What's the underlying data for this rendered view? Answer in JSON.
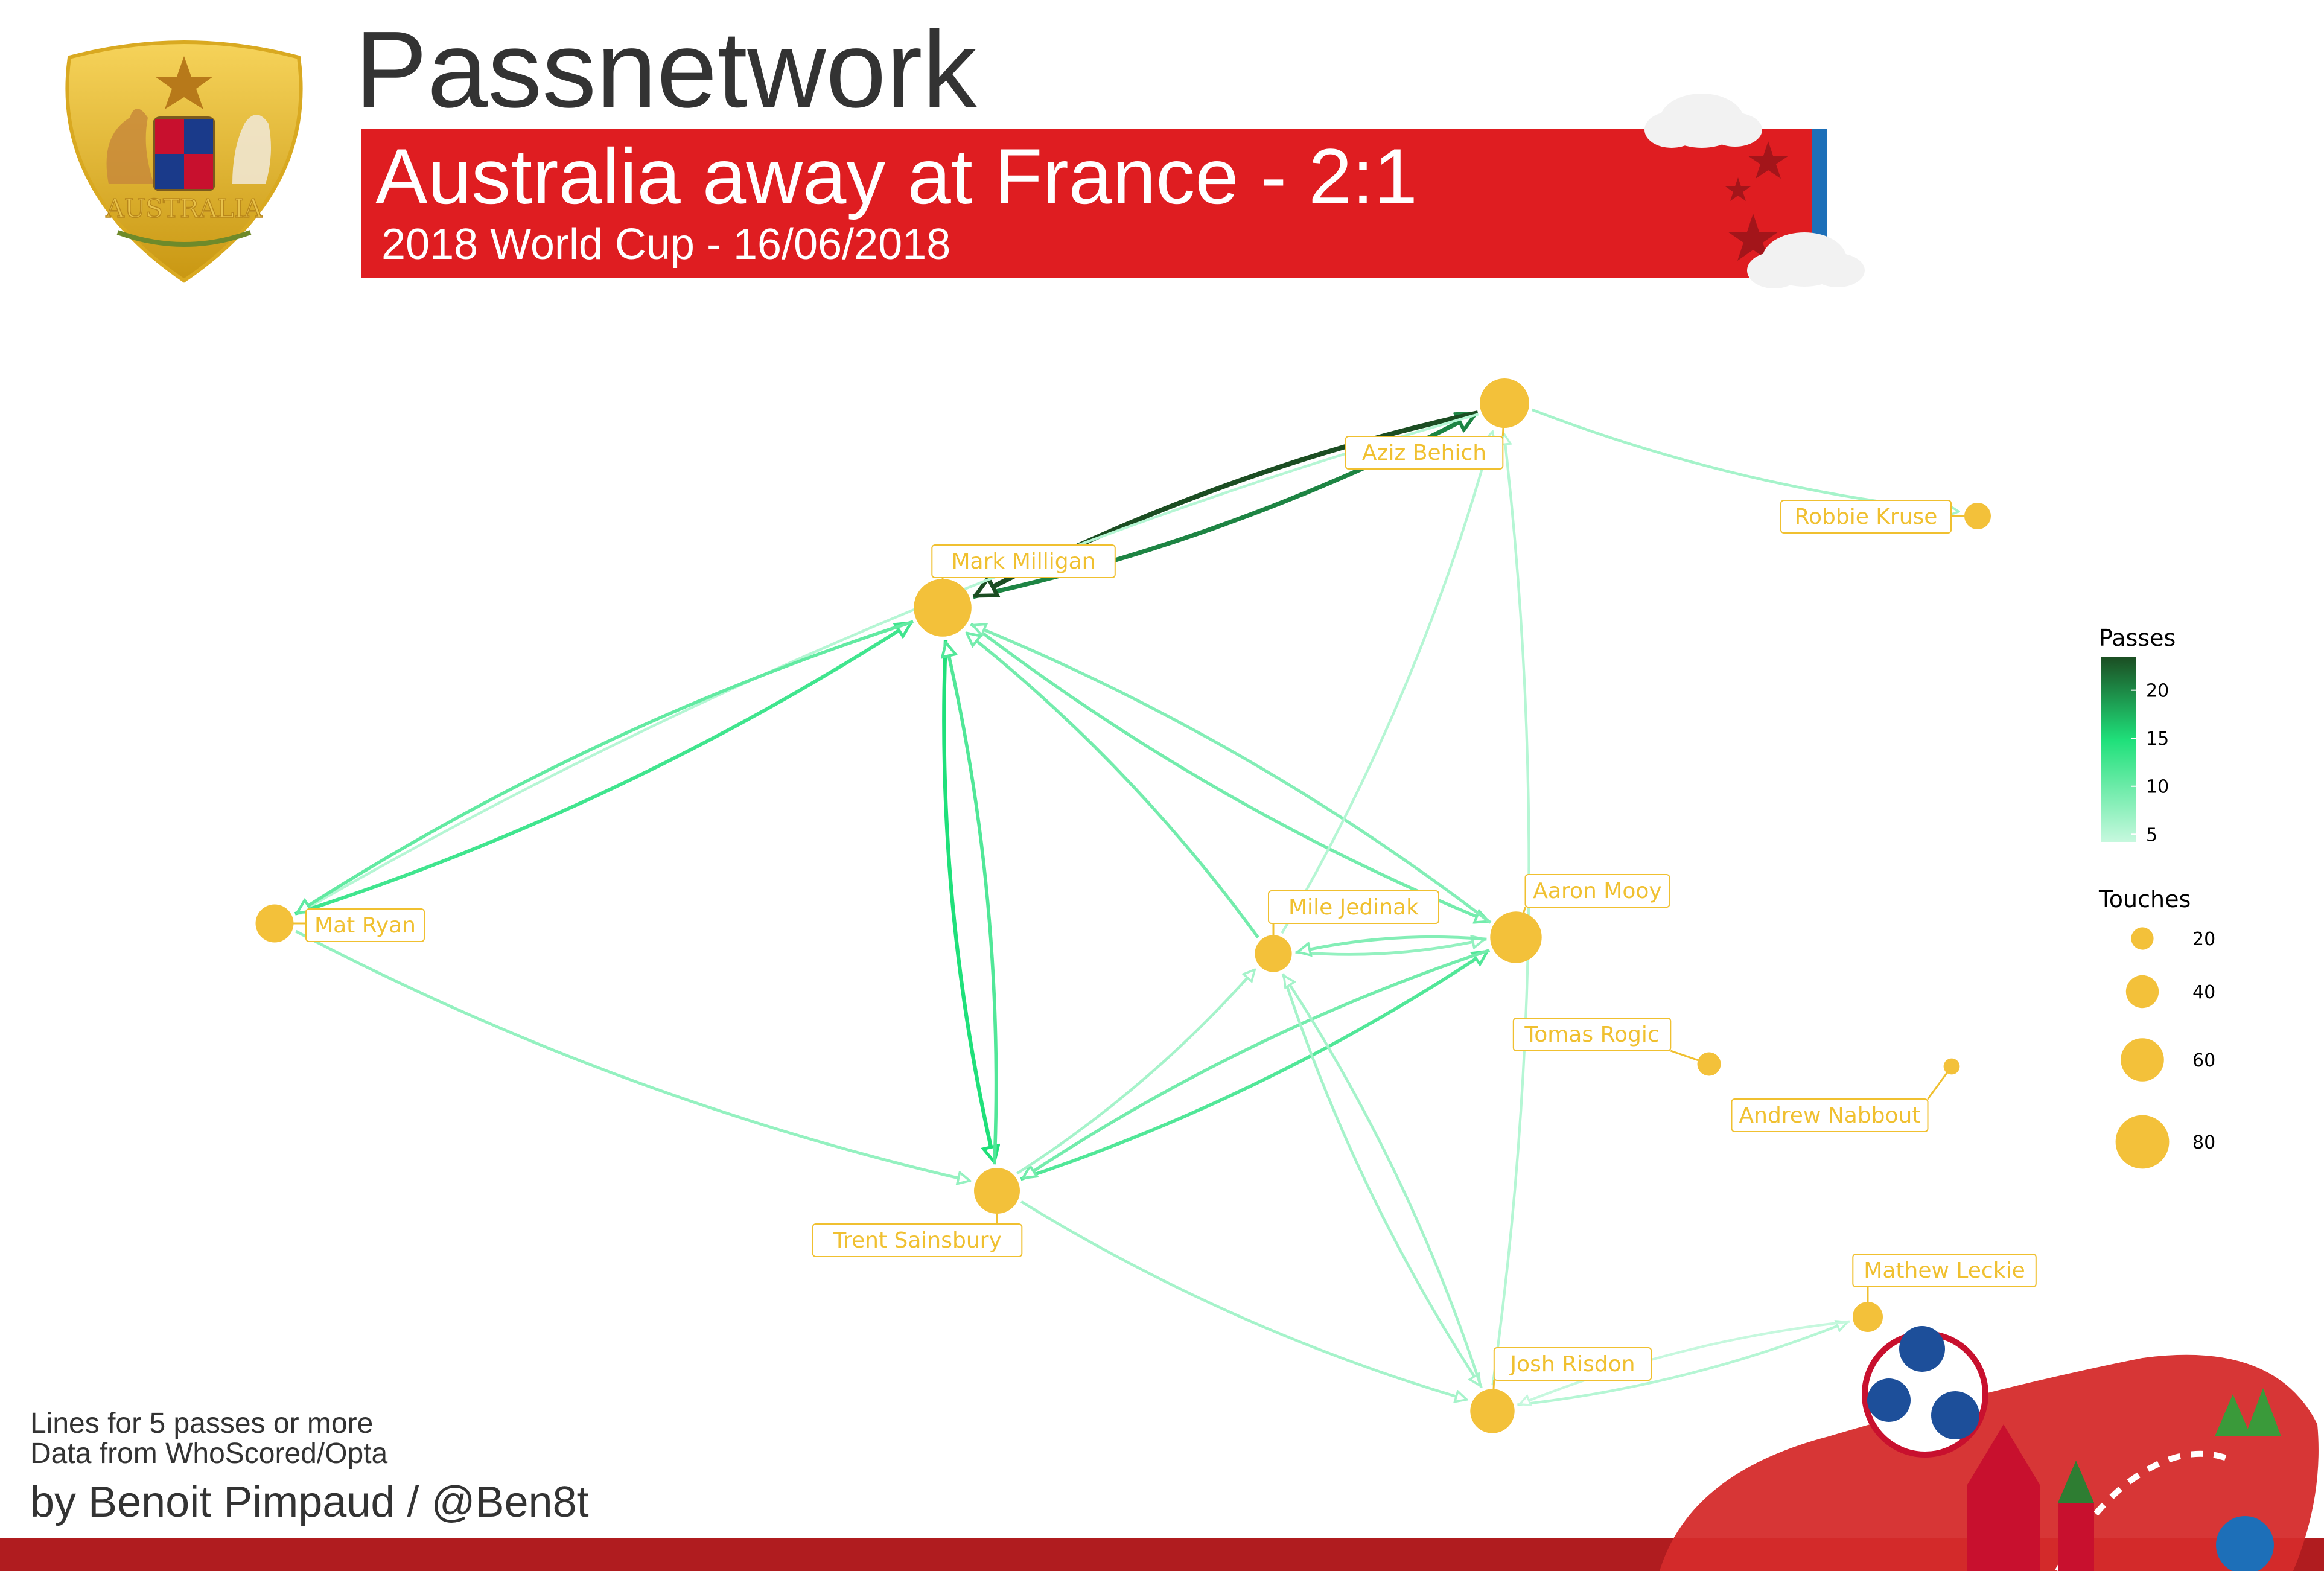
{
  "header": {
    "title": "Passnetwork",
    "subtitle": "Australia away at France - 2:1",
    "match_info": "2018 World Cup - 16/06/2018",
    "crest_text": "AUSTRALIA"
  },
  "colors": {
    "node": "#f3c13a",
    "label_text": "#f0c030",
    "banner": "#df1d21",
    "banner_stripe": "#1d6fb8",
    "edge_low": "#b6f3d4",
    "edge_mid": "#1fe07a",
    "edge_high": "#1b5e20"
  },
  "chart_data": {
    "type": "network",
    "legend": {
      "passes": {
        "title": "Passes",
        "ticks": [
          5,
          10,
          15,
          20
        ]
      },
      "touches": {
        "title": "Touches",
        "ticks": [
          20,
          40,
          60,
          80
        ]
      }
    },
    "nodes": [
      {
        "id": "aziz",
        "name": "Aziz Behich",
        "touches": 72
      },
      {
        "id": "kruse",
        "name": "Robbie Kruse",
        "touches": 28
      },
      {
        "id": "milligan",
        "name": "Mark Milligan",
        "touches": 88
      },
      {
        "id": "ryan",
        "name": "Mat Ryan",
        "touches": 50
      },
      {
        "id": "jedinak",
        "name": "Mile Jedinak",
        "touches": 48
      },
      {
        "id": "mooy",
        "name": "Aaron Mooy",
        "touches": 76
      },
      {
        "id": "rogic",
        "name": "Tomas Rogic",
        "touches": 22
      },
      {
        "id": "nabbout",
        "name": "Andrew Nabbout",
        "touches": 8
      },
      {
        "id": "sainsbury",
        "name": "Trent Sainsbury",
        "touches": 65
      },
      {
        "id": "leckie",
        "name": "Mathew Leckie",
        "touches": 35
      },
      {
        "id": "risdon",
        "name": "Josh Risdon",
        "touches": 62
      }
    ],
    "edges": [
      {
        "from": "milligan",
        "to": "aziz",
        "passes": 20
      },
      {
        "from": "aziz",
        "to": "milligan",
        "passes": 23
      },
      {
        "from": "aziz",
        "to": "kruse",
        "passes": 7
      },
      {
        "from": "aziz",
        "to": "ryan",
        "passes": 6
      },
      {
        "from": "ryan",
        "to": "milligan",
        "passes": 13
      },
      {
        "from": "milligan",
        "to": "ryan",
        "passes": 11
      },
      {
        "from": "milligan",
        "to": "sainsbury",
        "passes": 15
      },
      {
        "from": "sainsbury",
        "to": "milligan",
        "passes": 12
      },
      {
        "from": "milligan",
        "to": "mooy",
        "passes": 10
      },
      {
        "from": "mooy",
        "to": "milligan",
        "passes": 9
      },
      {
        "from": "jedinak",
        "to": "milligan",
        "passes": 10
      },
      {
        "from": "ryan",
        "to": "sainsbury",
        "passes": 8
      },
      {
        "from": "jedinak",
        "to": "mooy",
        "passes": 8
      },
      {
        "from": "mooy",
        "to": "jedinak",
        "passes": 9
      },
      {
        "from": "sainsbury",
        "to": "mooy",
        "passes": 12
      },
      {
        "from": "mooy",
        "to": "sainsbury",
        "passes": 10
      },
      {
        "from": "sainsbury",
        "to": "jedinak",
        "passes": 7
      },
      {
        "from": "jedinak",
        "to": "aziz",
        "passes": 6
      },
      {
        "from": "risdon",
        "to": "aziz",
        "passes": 6
      },
      {
        "from": "jedinak",
        "to": "risdon",
        "passes": 7
      },
      {
        "from": "risdon",
        "to": "jedinak",
        "passes": 7
      },
      {
        "from": "sainsbury",
        "to": "risdon",
        "passes": 7
      },
      {
        "from": "risdon",
        "to": "leckie",
        "passes": 6
      },
      {
        "from": "leckie",
        "to": "risdon",
        "passes": 5
      }
    ]
  },
  "footer": {
    "note_lines": "Lines for 5 passes or more",
    "data_source": "Data from WhoScored/Opta",
    "byline": "by Benoit Pimpaud / @Ben8t"
  }
}
